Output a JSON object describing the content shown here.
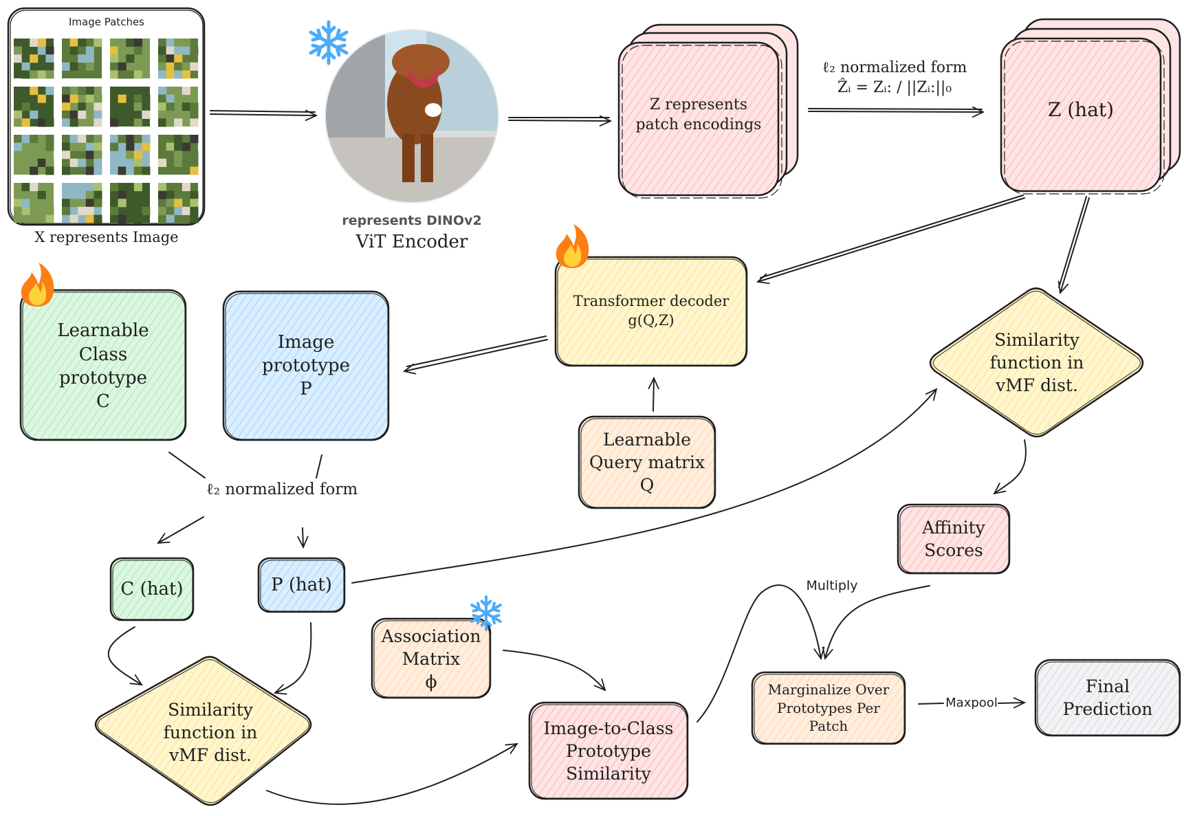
{
  "colors": {
    "pink": "#ffc9c9",
    "pink_dark": "#f4a3a8",
    "yellow": "#ffec99",
    "green": "#b2f2bb",
    "blue": "#a5d8ff",
    "orange": "#ffd8a8",
    "gray": "#dee2e6",
    "stroke": "#1e1e1e",
    "ice": "#4dabf7",
    "fire": "#fd7e14"
  },
  "nodes": {
    "image_patches": {
      "title": "Image Patches",
      "caption": "X represents Image"
    },
    "encoder": {
      "line1": "represents DINOv2",
      "line2": "ViT Encoder"
    },
    "z": {
      "label": "Z represents\npatch encodings"
    },
    "z_hat": {
      "label": "Z (hat)"
    },
    "transformer": {
      "label": "Transformer decoder\ng(Q,Z)"
    },
    "query": {
      "label": "Learnable\nQuery matrix\nQ"
    },
    "class_proto": {
      "label": "Learnable\nClass\nprototype\nC"
    },
    "image_proto": {
      "label": "Image\nprototype\nP"
    },
    "c_hat": {
      "label": "C (hat)"
    },
    "p_hat": {
      "label": "P (hat)"
    },
    "sim_left": {
      "label": "Similarity\nfunction in\nvMF dist."
    },
    "sim_right": {
      "label": "Similarity\nfunction in\nvMF dist."
    },
    "assoc": {
      "label": "Association\nMatrix\nϕ"
    },
    "img2class": {
      "label": "Image-to-Class\nPrototype\nSimilarity"
    },
    "affinity": {
      "label": "Affinity\nScores"
    },
    "marginalize": {
      "label": "Marginalize Over\nPrototypes Per\nPatch"
    },
    "final": {
      "label": "Final\nPrediction"
    }
  },
  "edge_labels": {
    "norm_top": "ℓ₂ normalized form\nẐᵢ = Zᵢ: / ||Zᵢ:||₀",
    "norm_bottom": "ℓ₂ normalized form",
    "multiply": "Multiply",
    "maxpool": "Maxpool"
  },
  "icons": {
    "frozen_encoder": "snowflake-icon",
    "trainable_decoder": "flame-icon",
    "trainable_prototype": "flame-icon",
    "frozen_association": "snowflake-icon",
    "encoder_image": "dinosaur-photo"
  }
}
